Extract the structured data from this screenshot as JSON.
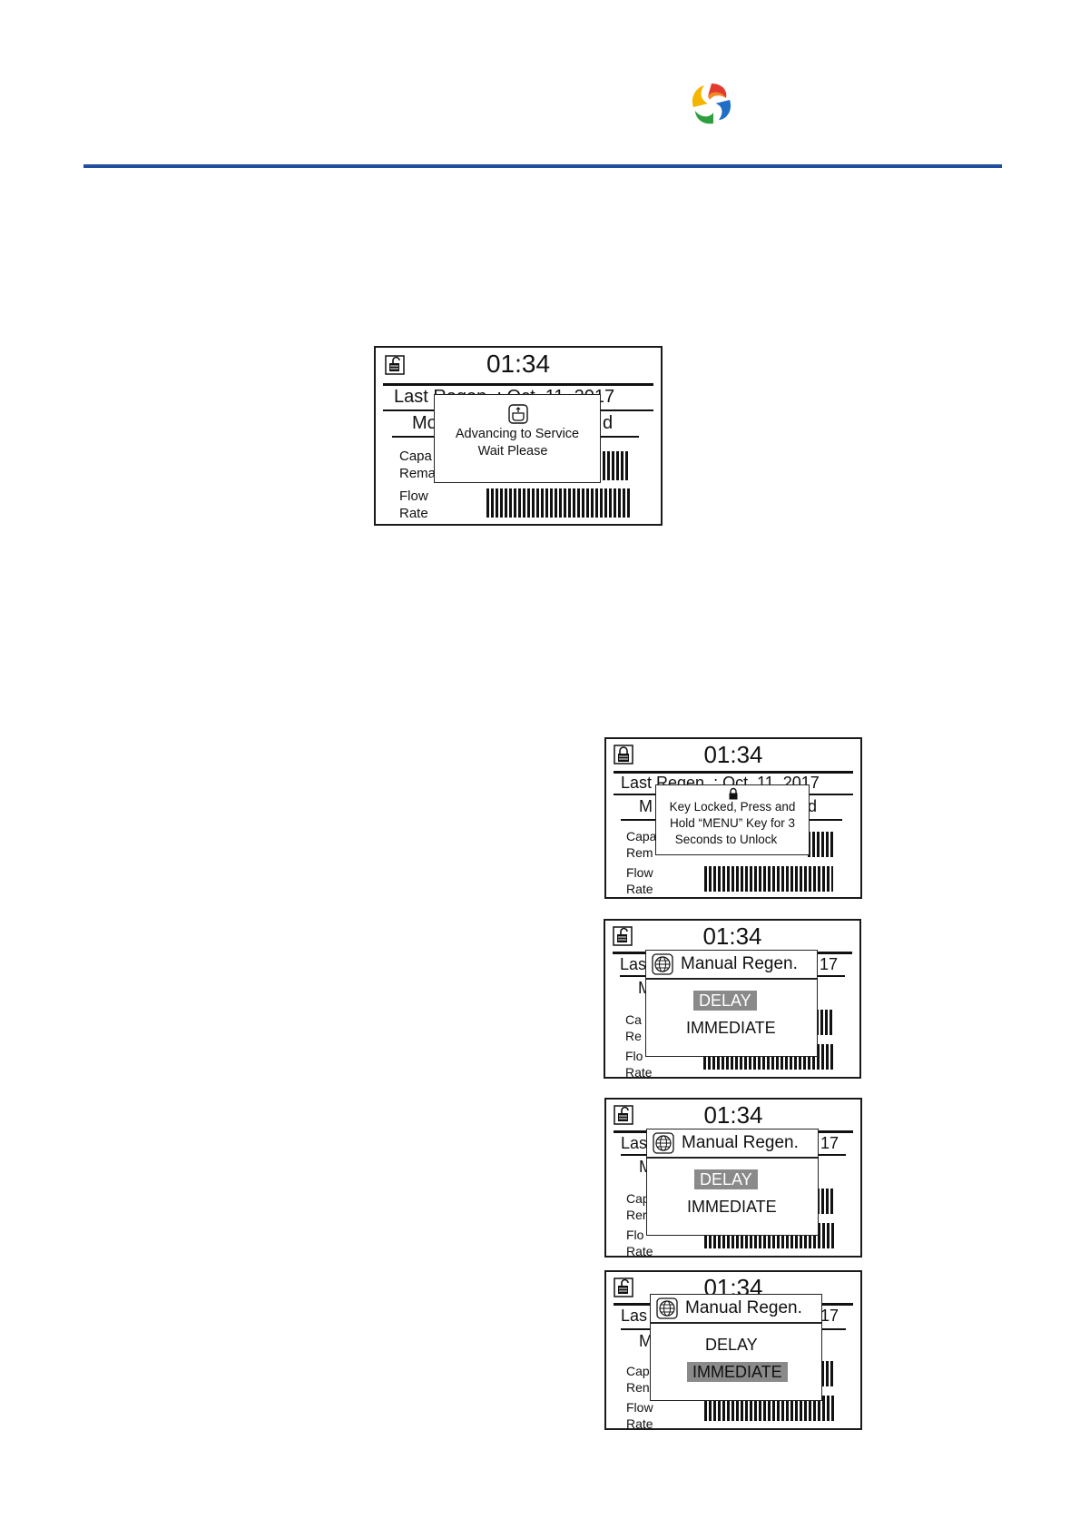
{
  "header": {
    "logo_icon": "swirl-logo-icon",
    "rule_color": "#1f4f9e"
  },
  "screens": [
    {
      "time": "01:34",
      "lock_icon": "unlocked-padlock-icon",
      "row1": "Last Regen. : Oct. 11, 2017",
      "row2_left": "Mo",
      "row2_right": "d",
      "capacity_label_1": "Capa",
      "capacity_label_2": "Rema",
      "flow_label_1": "Flow",
      "flow_label_2": "Rate",
      "popup_icon": "service-tap-icon",
      "popup_line1": "Advancing to Service",
      "popup_line2": "Wait Please"
    },
    {
      "time": "01:34",
      "lock_icon": "locked-padlock-icon",
      "row1": "Last Regen. : Oct. 11, 2017",
      "row2_left": "M",
      "row2_right": "d",
      "capacity_label_1": "Capa",
      "capacity_label_2": "Rem",
      "flow_label_1": "Flow",
      "flow_label_2": "Rate",
      "popup_icon": "padlock-icon",
      "popup_line1": "Key Locked, Press and",
      "popup_line2": "Hold “MENU” Key for 3",
      "popup_line3": "Seconds to Unlock"
    },
    {
      "time": "01:34",
      "lock_icon": "unlocked-padlock-icon",
      "row1_left": "Las",
      "row1_right": "17",
      "row2_left": "M",
      "capacity_label_1": "Ca",
      "capacity_label_2": "Re",
      "flow_label_1": "Flo",
      "flow_label_2": "Rate",
      "popup_icon": "globe-icon",
      "popup_title": "Manual Regen.",
      "option_1": "DELAY",
      "option_2": "IMMEDIATE",
      "selected": "DELAY"
    },
    {
      "time": "01:34",
      "lock_icon": "unlocked-padlock-icon",
      "row1_left": "Las",
      "row1_right": "17",
      "row2_left": "M",
      "capacity_label_1": "Cap",
      "capacity_label_2": "Rer",
      "flow_label_1": "Flo",
      "flow_label_2": "Rate",
      "popup_icon": "globe-icon",
      "popup_title": "Manual Regen.",
      "option_1": "DELAY",
      "option_2": "IMMEDIATE",
      "selected": "DELAY"
    },
    {
      "time": "01:34",
      "lock_icon": "unlocked-padlock-icon",
      "row1_left": "Las",
      "row1_right": "17",
      "row2_left": "M",
      "capacity_label_1": "Cap",
      "capacity_label_2": "Ren",
      "flow_label_1": "Flow",
      "flow_label_2": "Rate",
      "popup_icon": "globe-icon",
      "popup_title": "Manual Regen.",
      "option_1": "DELAY",
      "option_2": "IMMEDIATE",
      "selected": "IMMEDIATE"
    }
  ]
}
